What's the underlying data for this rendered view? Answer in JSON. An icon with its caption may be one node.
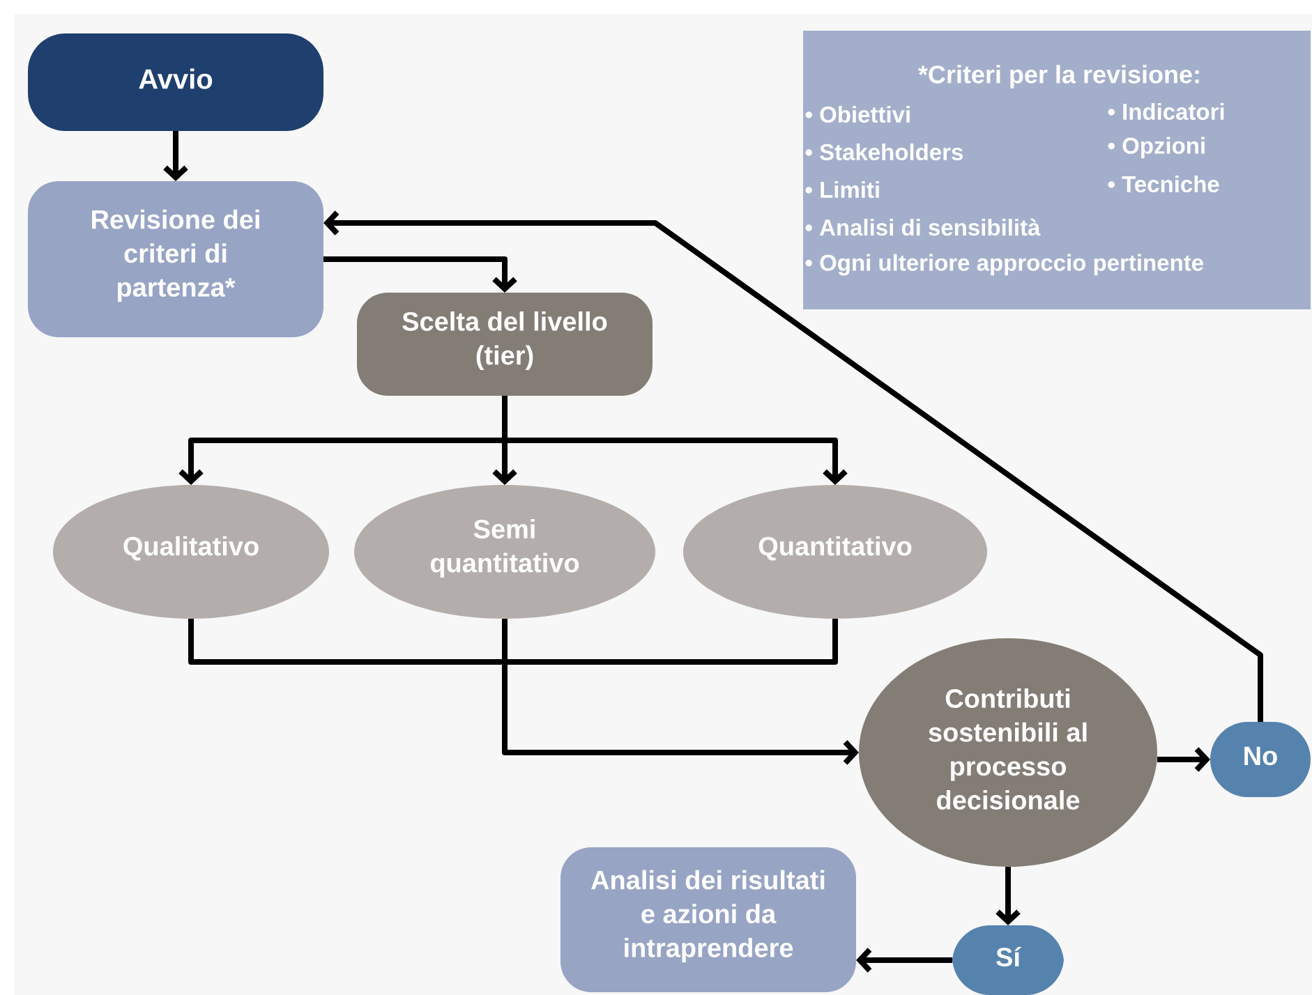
{
  "diagram": {
    "nodes": [
      {
        "text": [
          "Avvio"
        ]
      },
      {
        "text": [
          "Revisione dei criteri di partenza*"
        ]
      },
      {
        "text": [
          "*Criteri per la revisione:",
          "• Obiettivi",
          "• Indicatori",
          "• Stakeholders",
          "• Opzioni",
          "• Limiti",
          "• Tecniche",
          "• Analisi di sensibilità",
          "• Ogni ulteriore approccio pertinente"
        ]
      },
      {
        "text": [
          "Scelta del livello (tier)"
        ]
      },
      {
        "text": [
          "Qualitativo"
        ]
      },
      {
        "text": [
          "Semi quantitativo"
        ]
      },
      {
        "text": [
          "Quantitativo"
        ]
      },
      {
        "text": [
          "Contributi sostenibili al processo decisionale"
        ]
      },
      {
        "text": [
          "No"
        ]
      },
      {
        "text": [
          "Sí"
        ]
      },
      {
        "text": [
          "Analisi dei risultati e azioni da intraprendere"
        ]
      }
    ],
    "edges": [
      {
        "from": 0,
        "to": 1,
        "arrow": "to"
      },
      {
        "from": 1,
        "to": 3,
        "arrow": "to"
      },
      {
        "from": 3,
        "to": 4,
        "arrow": "to"
      },
      {
        "from": 3,
        "to": 5,
        "arrow": "to"
      },
      {
        "from": 3,
        "to": 6,
        "arrow": "to"
      },
      {
        "from": 4,
        "to": 7,
        "arrow": "to"
      },
      {
        "from": 5,
        "to": 7,
        "arrow": "to"
      },
      {
        "from": 6,
        "to": 7,
        "arrow": "to"
      },
      {
        "from": 7,
        "to": 8,
        "arrow": "to"
      },
      {
        "from": 8,
        "to": 1,
        "arrow": "to"
      },
      {
        "from": 7,
        "to": 9,
        "arrow": "to"
      },
      {
        "from": 9,
        "to": 10,
        "arrow": "to"
      }
    ]
  }
}
